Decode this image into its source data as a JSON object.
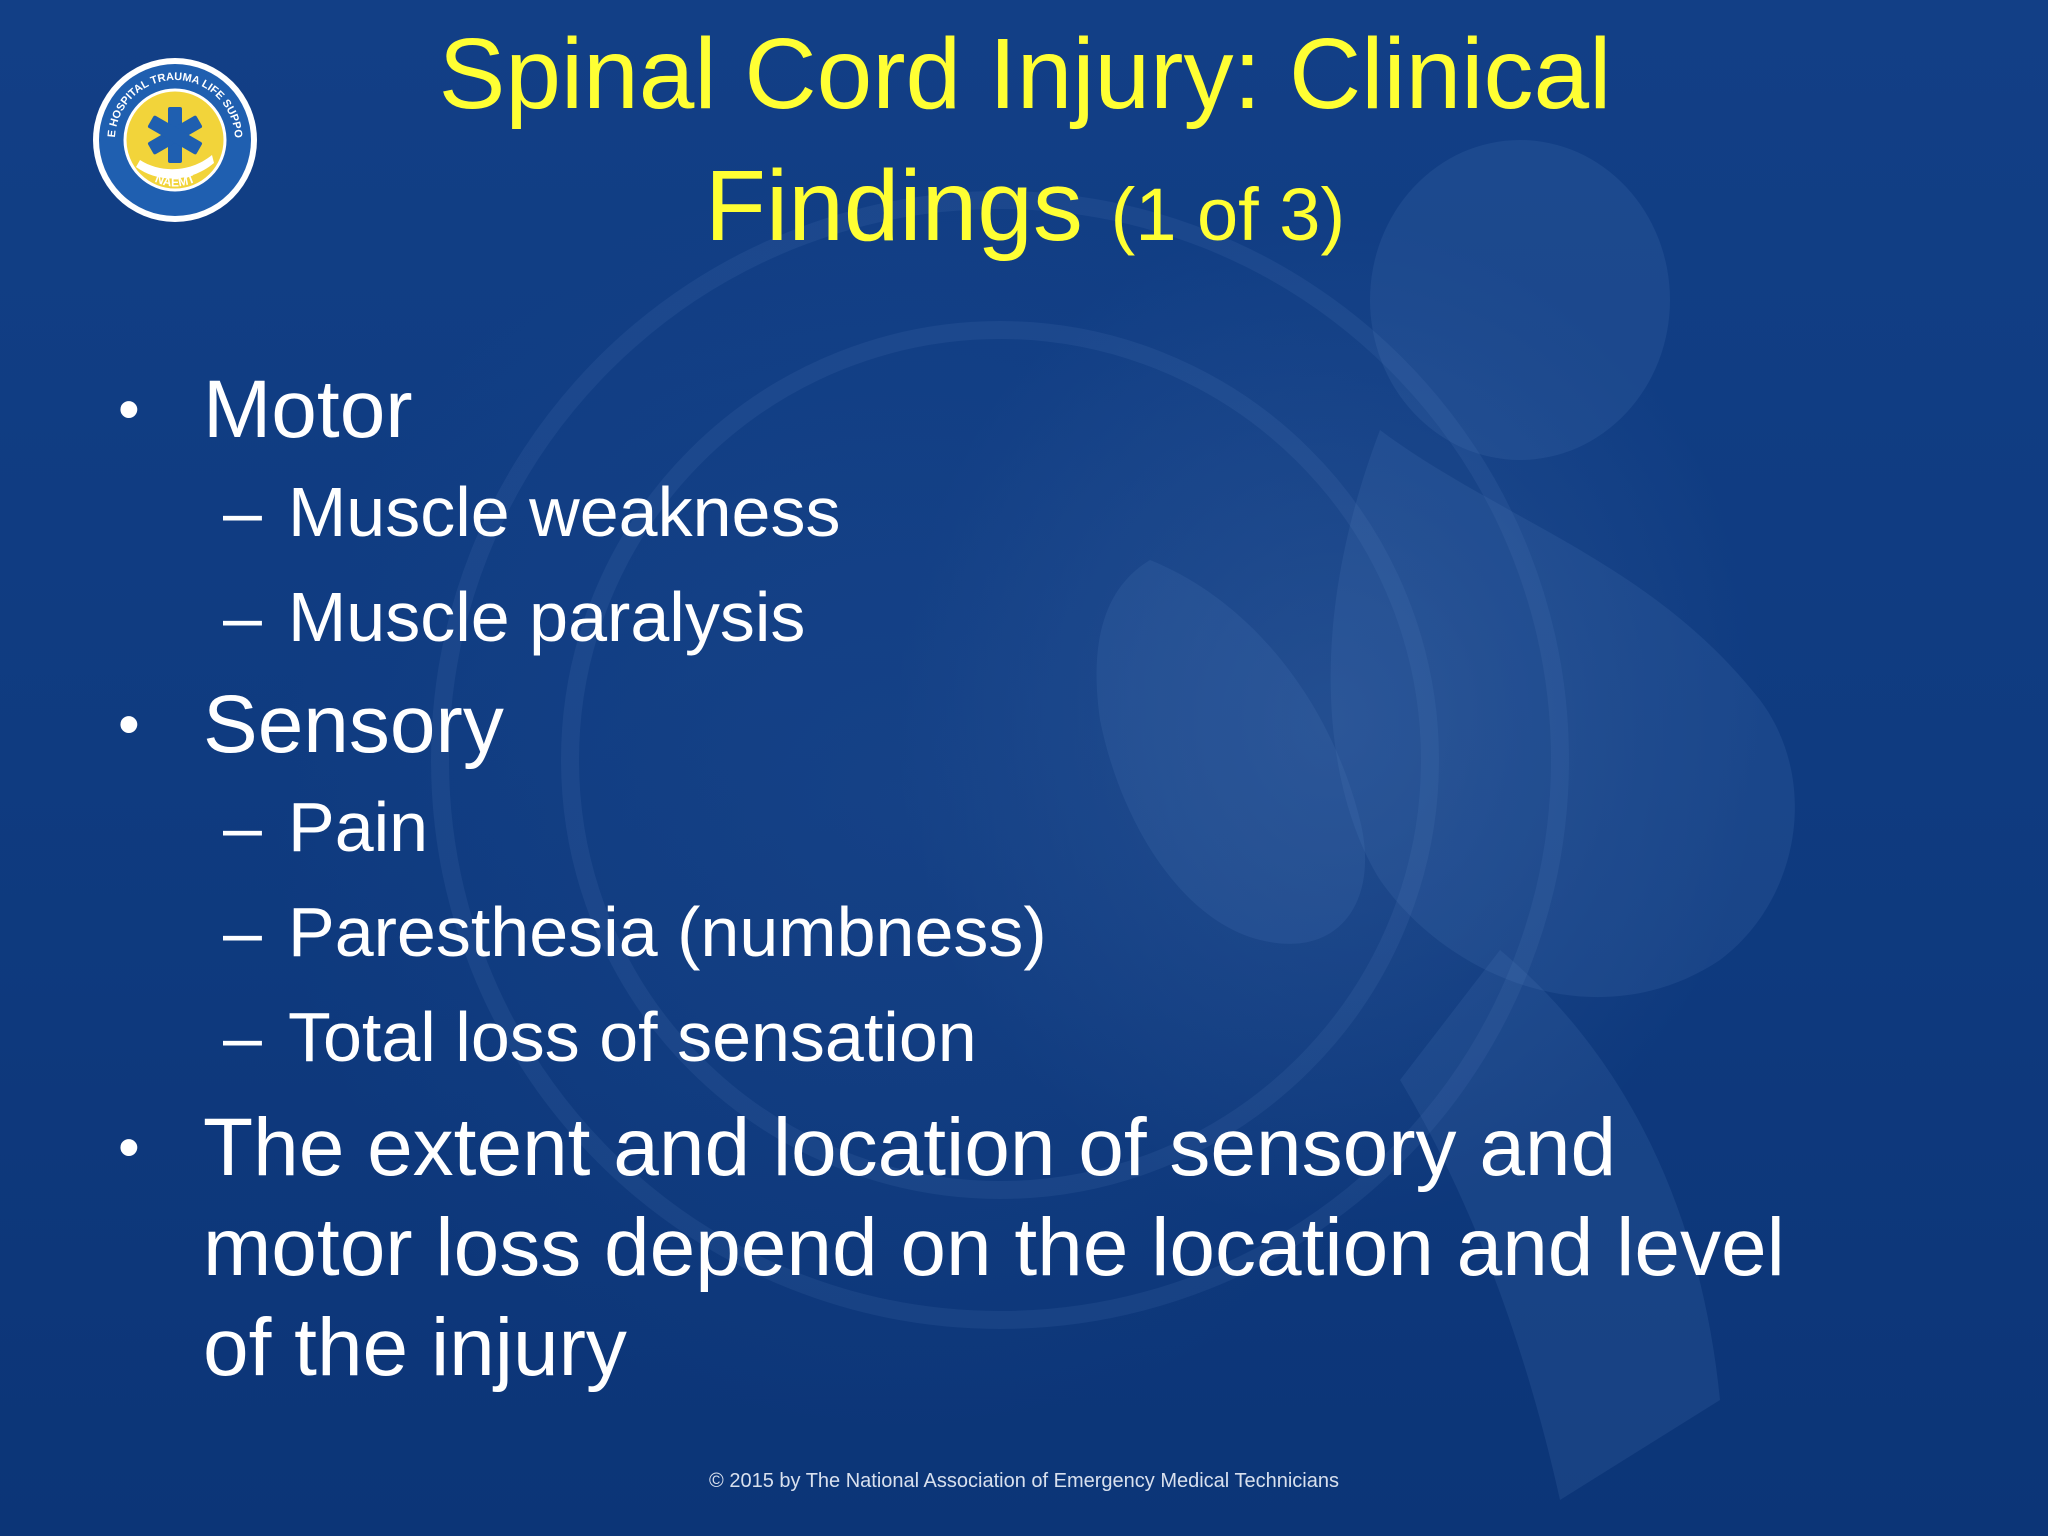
{
  "slide": {
    "title_main": "Spinal Cord Injury: Clinical Findings",
    "title_sub": "(1 of 3)",
    "logo": {
      "ring_text": "PRE HOSPITAL TRAUMA LIFE SUPPORT",
      "bottom_text": "NAEMT",
      "icon": "star-of-life-icon"
    },
    "bullets": [
      {
        "text": "Motor",
        "sub": [
          "Muscle weakness",
          "Muscle paralysis"
        ]
      },
      {
        "text": "Sensory",
        "sub": [
          "Pain",
          "Paresthesia (numbness)",
          "Total loss of sensation"
        ]
      },
      {
        "text": "The extent and location of sensory and motor loss depend on the location and level of the injury",
        "sub": []
      }
    ],
    "footer": "© 2015 by The National Association of Emergency Medical Technicians"
  },
  "colors": {
    "background": "#0e3a7f",
    "title": "#ffff33",
    "body_text": "#ffffff",
    "logo_ring": "#1f5fb0",
    "logo_gold": "#f2d43a"
  }
}
